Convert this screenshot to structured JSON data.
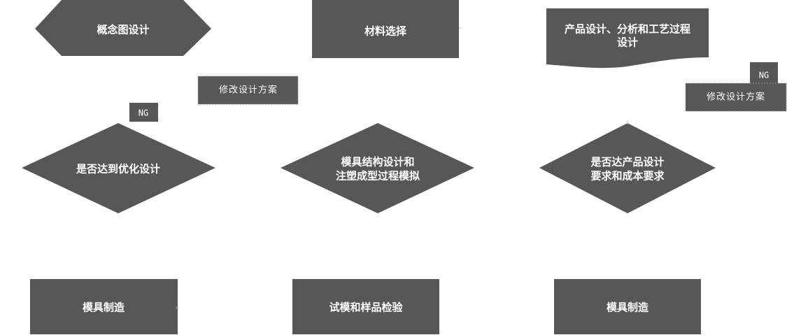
{
  "diagram": {
    "nodes": {
      "concept_design": "概念图设计",
      "material_selection": "材料选择",
      "product_design_line1": "产品设计、分析和工艺过程",
      "product_design_line2": "设计",
      "optimized_check": "是否达到优化设计",
      "mold_structure_line1": "模具结构设计和",
      "mold_structure_line2": "注塑成型过程模拟",
      "requirement_check_line1": "是否达产品设计",
      "requirement_check_line2": "要求和成本要求",
      "mold_manufacturing_left": "模具制造",
      "trial_mold_inspection": "试模和样品检验",
      "mold_manufacturing_right": "模具制造"
    },
    "notes": {
      "modify_plan_left": "修改设计方案",
      "modify_plan_right": "修改设计方案"
    },
    "badges": {
      "ng_left": "NG",
      "ng_right": "NG"
    }
  }
}
